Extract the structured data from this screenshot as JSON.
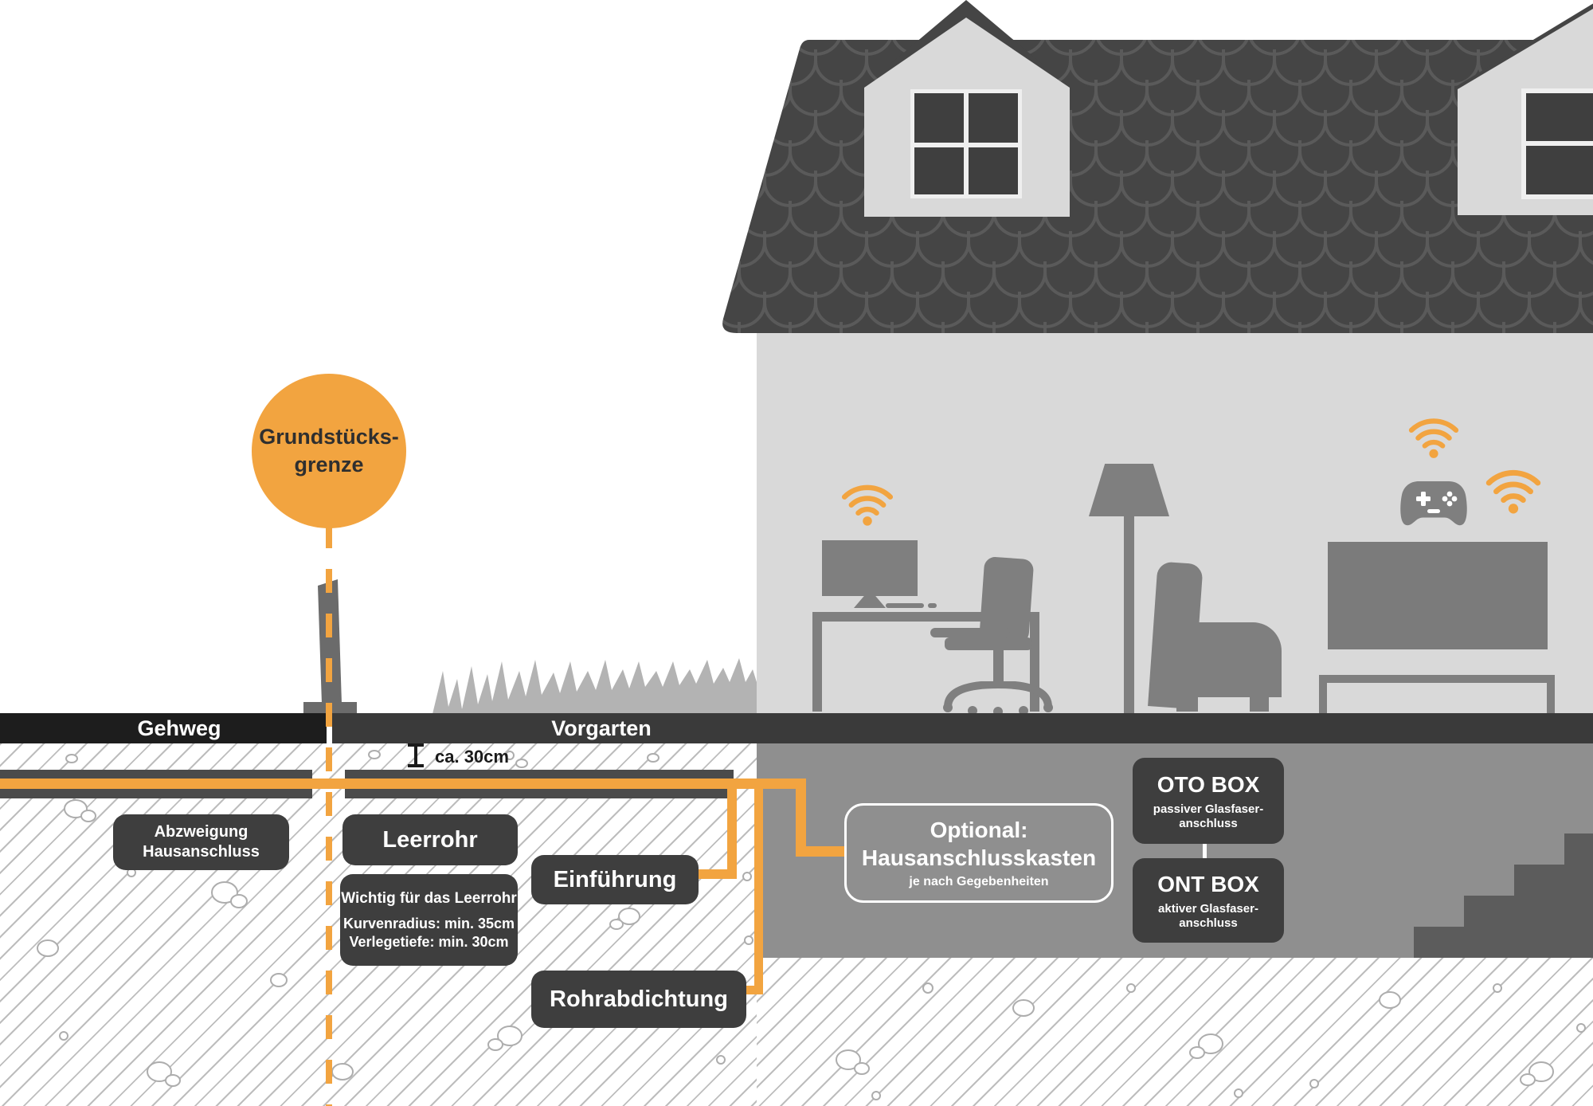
{
  "boundary_badge": {
    "line1": "Grundstücks-",
    "line2": "grenze"
  },
  "surface_bar": {
    "sidewalk_label": "Gehweg",
    "garden_label": "Vorgarten"
  },
  "measurement": {
    "depth": "ca. 30cm"
  },
  "underground_labels": {
    "branch": {
      "line1": "Abzweigung",
      "line2": "Hausanschluss"
    },
    "conduit": {
      "label": "Leerrohr"
    },
    "conduit_note": {
      "title": "Wichtig für das Leerrohr",
      "radius": "Kurvenradius: min. 35cm",
      "depth": "Verlegetiefe: min. 30cm"
    },
    "entry": {
      "label": "Einführung"
    },
    "seal": {
      "label": "Rohrabdichtung"
    }
  },
  "house_labels": {
    "junction_box": {
      "line1": "Optional:",
      "line2": "Hausanschlusskasten",
      "note": "je nach Gegebenheiten"
    },
    "oto_box": {
      "title": "OTO BOX",
      "subtitle_line1": "passiver Glasfaser-",
      "subtitle_line2": "anschluss"
    },
    "ont_box": {
      "title": "ONT BOX",
      "subtitle_line1": "aktiver Glasfaser-",
      "subtitle_line2": "anschluss"
    }
  },
  "icons": {
    "wifi": "wifi-icon",
    "game_controller": "game-controller-icon"
  },
  "colors": {
    "accent_orange": "#F2A440",
    "label_box_dark": "#3E3E3E",
    "sidewalk_bar": "#1D1D1D",
    "surface_bar": "#3A3A3A",
    "basement_gray": "#8F8F8F",
    "wall_gray": "#D9D9D9",
    "roof_dark": "#454545",
    "furniture_gray": "#7F7F7F",
    "grass_gray": "#B3B3B3"
  }
}
